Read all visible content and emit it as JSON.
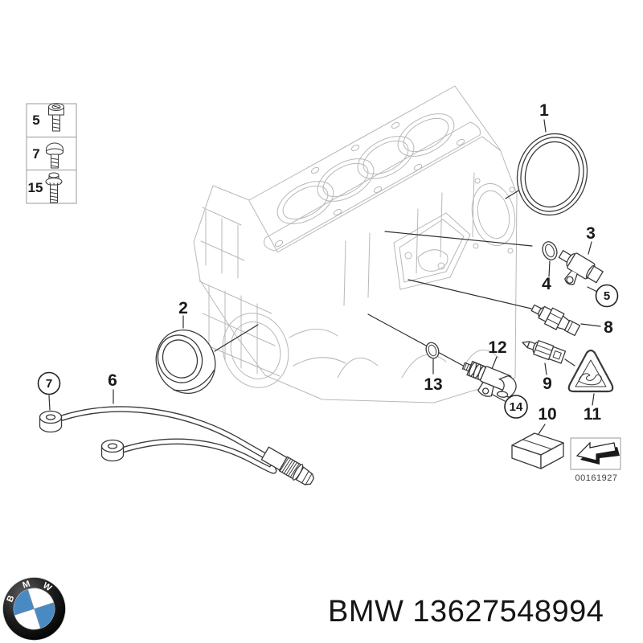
{
  "diagram": {
    "image_number": "00161927",
    "callouts": {
      "n1": "1",
      "n2": "2",
      "n3": "3",
      "n4": "4",
      "n5": "5",
      "n6": "6",
      "n7": "7",
      "n8": "8",
      "n9": "9",
      "n10": "10",
      "n11": "11",
      "n12": "12",
      "n13": "13",
      "n14": "14",
      "n15": "15"
    },
    "hardware_box": {
      "rows": [
        {
          "label": "5",
          "icon": "socket-head-bolt-icon"
        },
        {
          "label": "7",
          "icon": "round-head-screw-icon"
        },
        {
          "label": "15",
          "icon": "collar-stud-icon"
        }
      ]
    },
    "colors": {
      "part_line": "#3a3a3a",
      "block_line": "#b8b8b8",
      "label_text": "#1a1a1a"
    }
  },
  "footer": {
    "title": "BMW 13627548994",
    "brand": "BMW",
    "part_number": "13627548994",
    "logo": {
      "letters": [
        "B",
        "M",
        "W"
      ],
      "blue": "#4a8ac2",
      "ring": "#0b0b0b"
    }
  }
}
